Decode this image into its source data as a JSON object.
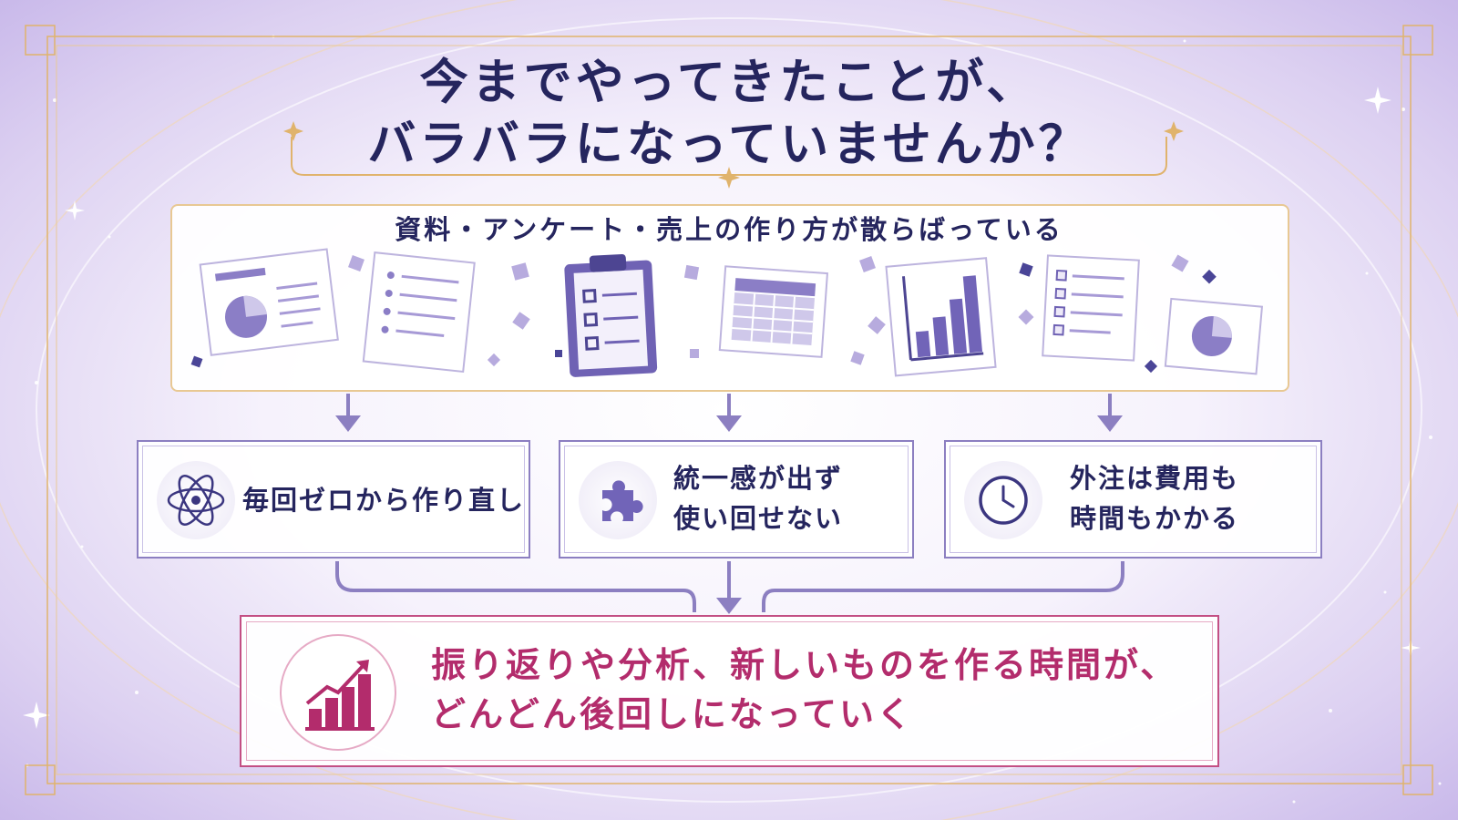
{
  "headline": {
    "line1": "今までやってきたことが、",
    "line2": "バラバラになっていませんか？"
  },
  "panel": {
    "label": "資料・アンケート・売上の作り方が散らばっている",
    "icons": [
      "presentation-icon",
      "list-document-icon",
      "clipboard-checklist-icon",
      "spreadsheet-icon",
      "bar-chart-icon",
      "checklist-icon",
      "pie-chart-icon"
    ]
  },
  "problems": [
    {
      "icon": "atom-icon",
      "line1": "毎回ゼロから作り直し",
      "line2": ""
    },
    {
      "icon": "puzzle-piece-icon",
      "line1": "統一感が出ず",
      "line2": "使い回せない"
    },
    {
      "icon": "clock-icon",
      "line1": "外注は費用も",
      "line2": "時間もかかる"
    }
  ],
  "result": {
    "icon": "growth-chart-icon",
    "line1": "振り返りや分析、新しいものを作る時間が、",
    "line2": "どんどん後回しになっていく"
  },
  "colors": {
    "navy": "#25255e",
    "purple": "#7a68bf",
    "gold": "#e0b36c",
    "magenta": "#b32c6c"
  }
}
